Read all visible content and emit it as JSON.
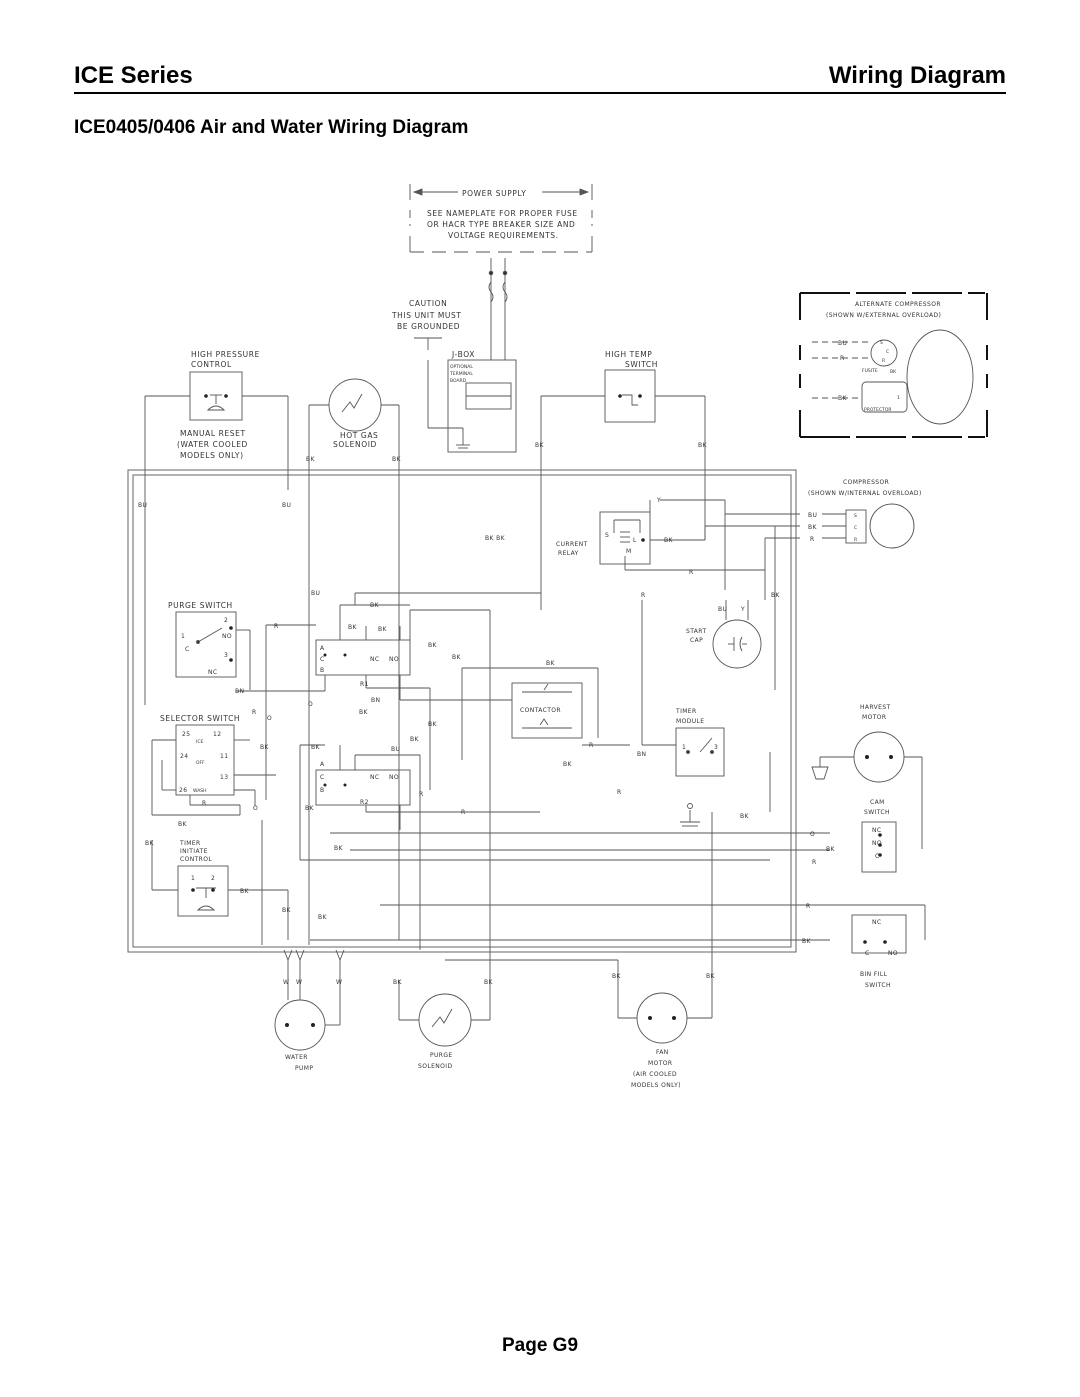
{
  "header": {
    "series": "ICE Series",
    "section": "Wiring Diagram"
  },
  "subtitle": "ICE0405/0406 Air and Water Wiring Diagram",
  "footer": {
    "page": "Page G9"
  },
  "diagram": {
    "power_supply": {
      "title": "POWER SUPPLY",
      "lines": [
        "SEE NAMEPLATE FOR PROPER FUSE",
        "OR HACR TYPE BREAKER SIZE AND",
        "VOLTAGE REQUIREMENTS."
      ]
    },
    "caution": [
      "CAUTION",
      "THIS UNIT MUST",
      "BE GROUNDED"
    ],
    "jbox": {
      "label": "J-BOX",
      "board": [
        "OPTIONAL",
        "TERMINAL",
        "BOARD"
      ]
    },
    "high_pressure": {
      "title": [
        "HIGH PRESSURE",
        "CONTROL"
      ],
      "note": [
        "MANUAL RESET",
        "(WATER COOLED",
        "MODELS ONLY)"
      ]
    },
    "hot_gas": [
      "HOT GAS",
      "SOLENOID"
    ],
    "high_temp": [
      "HIGH TEMP",
      "SWITCH"
    ],
    "alt_compressor": {
      "title": [
        "ALTERNATE COMPRESSOR",
        "(SHOWN W/EXTERNAL OVERLOAD)"
      ],
      "wires": [
        "BU",
        "R",
        "BK"
      ],
      "pins": [
        "S",
        "C",
        "R"
      ],
      "fusite": "FUSITE",
      "bk": "BK",
      "protector": "PROTECTOR",
      "one": "1"
    },
    "compressor": {
      "title": [
        "COMPRESSOR",
        "(SHOWN W/INTERNAL OVERLOAD)"
      ],
      "wires": [
        "BU",
        "BK",
        "R"
      ],
      "pins": [
        "S",
        "C",
        "R"
      ]
    },
    "current_relay": {
      "label": [
        "CURRENT",
        "RELAY"
      ],
      "pins": [
        "S",
        "L",
        "M"
      ]
    },
    "start_cap": [
      "START",
      "CAP"
    ],
    "purge_switch": {
      "title": "PURGE SWITCH",
      "terms": [
        "2",
        "1",
        "NO",
        "C",
        "3",
        "NC"
      ]
    },
    "relay1": {
      "label": "R1",
      "terms": [
        "A",
        "C",
        "NC",
        "NO",
        "B"
      ]
    },
    "relay2": {
      "label": "R2",
      "terms": [
        "A",
        "C",
        "NC",
        "NO",
        "B"
      ]
    },
    "contactor": "CONTACTOR",
    "timer_module": {
      "label": [
        "TIMER",
        "MODULE"
      ],
      "terms": [
        "1",
        "3"
      ]
    },
    "harvest_motor": [
      "HARVEST",
      "MOTOR"
    ],
    "selector_switch": {
      "title": "SELECTOR SWITCH",
      "terms": [
        "25",
        "12",
        "ICE",
        "24",
        "OFF",
        "11",
        "13",
        "26",
        "WASH"
      ]
    },
    "timer_initiate": {
      "title": [
        "TIMER",
        "INITIATE",
        "CONTROL"
      ],
      "terms": [
        "1",
        "2"
      ]
    },
    "cam_switch": {
      "title": [
        "CAM",
        "SWITCH"
      ],
      "terms": [
        "NC",
        "NO",
        "C"
      ]
    },
    "bin_fill": {
      "title": [
        "BIN FILL",
        "SWITCH"
      ],
      "terms": [
        "NC",
        "C",
        "NO"
      ]
    },
    "water_pump": [
      "WATER",
      "PUMP"
    ],
    "purge_solenoid": [
      "PURGE",
      "SOLENOID"
    ],
    "fan_motor": [
      "FAN",
      "MOTOR",
      "(AIR COOLED",
      "MODELS ONLY)"
    ],
    "wire_labels": {
      "BK": "BK",
      "BU": "BU",
      "R": "R",
      "Y": "Y",
      "BN": "BN",
      "O": "O",
      "W": "W",
      "BKBK": "BK BK"
    }
  }
}
